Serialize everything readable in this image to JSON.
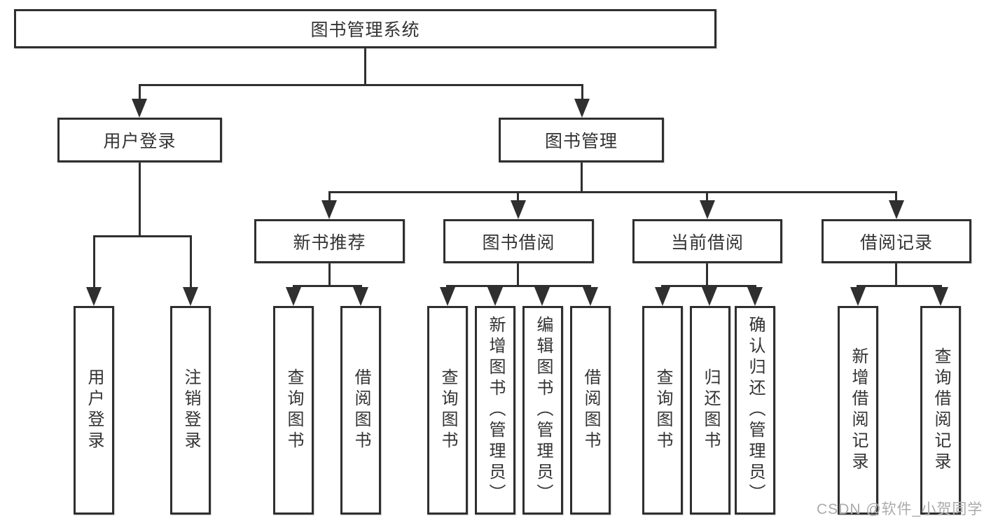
{
  "tree": {
    "label": "图书管理系统",
    "children": [
      {
        "label": "用户登录",
        "children": [
          {
            "label": "用户登录"
          },
          {
            "label": "注销登录"
          }
        ]
      },
      {
        "label": "图书管理",
        "children": [
          {
            "label": "新书推荐",
            "children": [
              {
                "label": "查询图书"
              },
              {
                "label": "借阅图书"
              }
            ]
          },
          {
            "label": "图书借阅",
            "children": [
              {
                "label": "查询图书"
              },
              {
                "label": "新增图书（管理员）"
              },
              {
                "label": "编辑图书（管理员）"
              },
              {
                "label": "借阅图书"
              }
            ]
          },
          {
            "label": "当前借阅",
            "children": [
              {
                "label": "查询图书"
              },
              {
                "label": "归还图书"
              },
              {
                "label": "确认归还（管理员）"
              }
            ]
          },
          {
            "label": "借阅记录",
            "children": [
              {
                "label": "新增借阅记录"
              },
              {
                "label": "查询借阅记录"
              }
            ]
          }
        ]
      }
    ]
  },
  "watermark": {
    "text": "CSDN @软件_小贺同学"
  },
  "colors": {
    "line": "#2f2f2f",
    "text": "#333333",
    "background": "#ffffff",
    "watermark": "#ababab"
  }
}
